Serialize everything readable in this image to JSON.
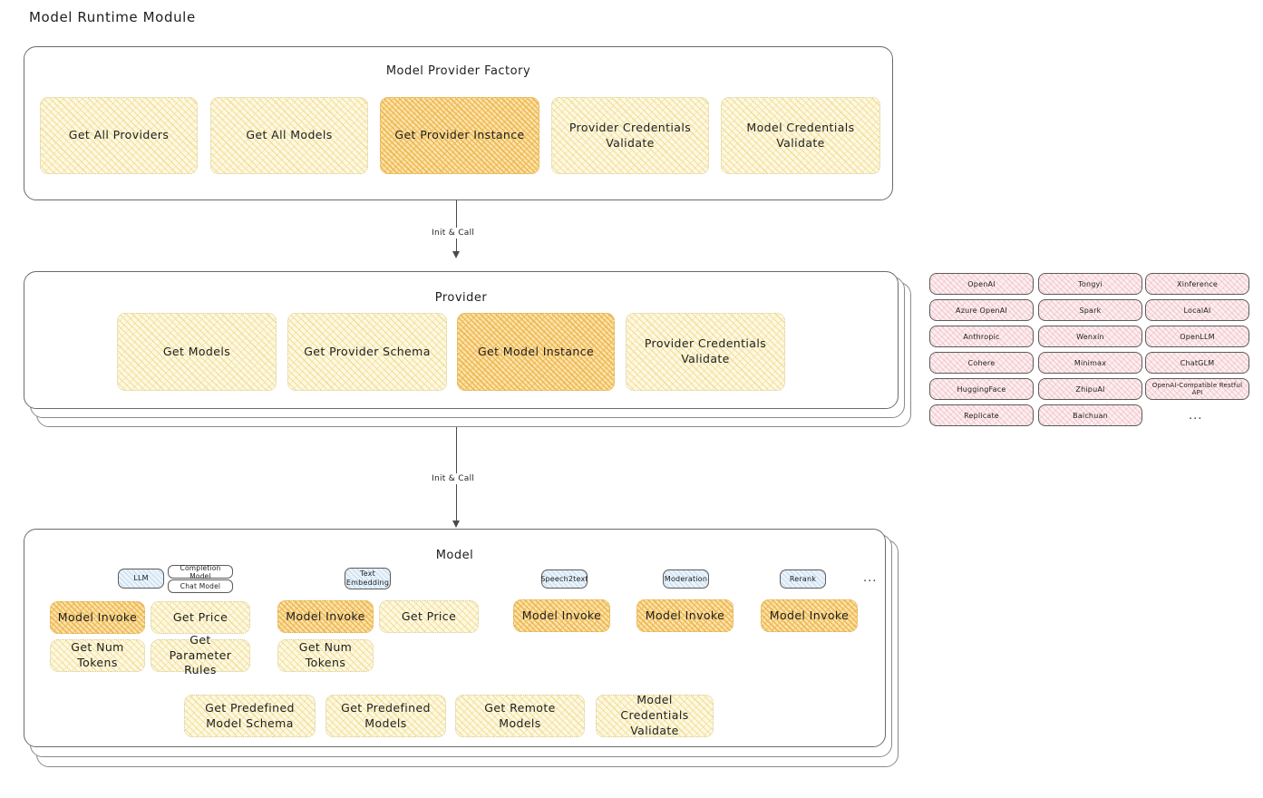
{
  "page": {
    "title": "Model Runtime Module"
  },
  "colors": {
    "accent_light": "#fdf8e3",
    "accent_strong": "#fbe3ae",
    "tag_blue": "#eaf3fb",
    "pill_pink": "#fdeef0",
    "stroke": "#6b6b6b"
  },
  "factory": {
    "title": "Model Provider Factory",
    "boxes": [
      {
        "label": "Get All Providers",
        "highlighted": false
      },
      {
        "label": "Get All Models",
        "highlighted": false
      },
      {
        "label": "Get Provider Instance",
        "highlighted": true
      },
      {
        "label": "Provider Credentials Validate",
        "highlighted": false
      },
      {
        "label": "Model Credentials Validate",
        "highlighted": false
      }
    ]
  },
  "connector1": {
    "label": "Init & Call"
  },
  "connector2": {
    "label": "Init & Call"
  },
  "provider": {
    "title": "Provider",
    "boxes": [
      {
        "label": "Get Models",
        "highlighted": false
      },
      {
        "label": "Get Provider Schema",
        "highlighted": false
      },
      {
        "label": "Get Model Instance",
        "highlighted": true
      },
      {
        "label": "Provider Credentials Validate",
        "highlighted": false
      }
    ]
  },
  "provider_list": {
    "column1": [
      "OpenAI",
      "Azure OpenAI",
      "Anthropic",
      "Cohere",
      "HuggingFace",
      "Replicate"
    ],
    "column2": [
      "Tongyi",
      "Spark",
      "Wenxin",
      "Minimax",
      "ZhipuAI",
      "Baichuan"
    ],
    "column3": [
      "Xinference",
      "LocalAI",
      "OpenLLM",
      "ChatGLM",
      "OpenAI-Compatible Restful API"
    ],
    "more": "..."
  },
  "model": {
    "title": "Model",
    "more": "...",
    "types": [
      {
        "tag": "LLM",
        "subtags": [
          "Completion Model",
          "Chat Model"
        ],
        "methods": [
          {
            "label": "Model Invoke",
            "highlighted": true
          },
          {
            "label": "Get Price",
            "highlighted": false
          },
          {
            "label": "Get Num Tokens",
            "highlighted": false
          },
          {
            "label": "Get Parameter Rules",
            "highlighted": false
          }
        ]
      },
      {
        "tag": "Text Embedding",
        "subtags": [],
        "methods": [
          {
            "label": "Model Invoke",
            "highlighted": true
          },
          {
            "label": "Get Price",
            "highlighted": false
          },
          {
            "label": "Get Num Tokens",
            "highlighted": false
          }
        ]
      },
      {
        "tag": "Speech2text",
        "subtags": [],
        "methods": [
          {
            "label": "Model Invoke",
            "highlighted": true
          }
        ]
      },
      {
        "tag": "Moderation",
        "subtags": [],
        "methods": [
          {
            "label": "Model Invoke",
            "highlighted": true
          }
        ]
      },
      {
        "tag": "Rerank",
        "subtags": [],
        "methods": [
          {
            "label": "Model Invoke",
            "highlighted": true
          }
        ]
      }
    ],
    "common_methods": [
      {
        "label": "Get Predefined Model Schema"
      },
      {
        "label": "Get Predefined Models"
      },
      {
        "label": "Get Remote Models"
      },
      {
        "label": "Model Credentials Validate"
      }
    ]
  }
}
